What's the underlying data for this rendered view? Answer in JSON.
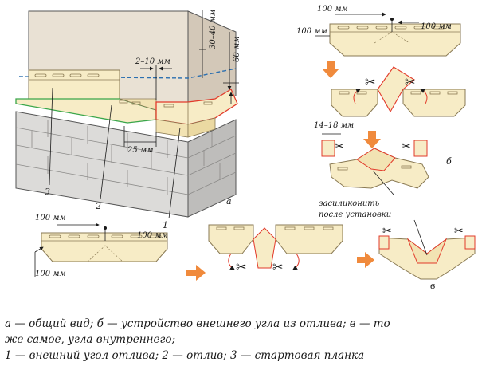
{
  "colors": {
    "wall": "#e9e1d4",
    "wall_shade": "#cfc5b6",
    "base_block": "#d9d8d6",
    "base_block_shade": "#b9b8b6",
    "profile": "#f7ecc6",
    "profile_edge": "#8a7a54",
    "corner_outline": "#e23a2a",
    "green_outline": "#3aa64a",
    "dash": "#2b6fb0",
    "arrow": "#f08a3c"
  },
  "dims": {
    "a_gap": "2–10 мм",
    "a_height": "30–40 мм",
    "a_60": "60 мм",
    "a_25": "25 мм",
    "b_100_top": "100 мм",
    "b_100_left": "100 мм",
    "b_100_right": "100 мм",
    "b_14_18": "14–18 мм",
    "c_100_top": "100 мм",
    "c_100_right": "100 мм",
    "c_100_left": "100 мм"
  },
  "labels": {
    "n1": "1",
    "n2": "2",
    "n3": "3",
    "fig_a": "а",
    "fig_b": "б",
    "fig_c": "в",
    "sealant_line1": "засиликонить",
    "sealant_line2": "после установки"
  },
  "caption": {
    "line1": "а — общий вид;   б — устройство внешнего угла из отлива;  в — то",
    "line2": "же самое, угла внутреннего;",
    "line3": "1 — внешний угол отлива; 2 — отлив; 3 — стартовая планка"
  }
}
